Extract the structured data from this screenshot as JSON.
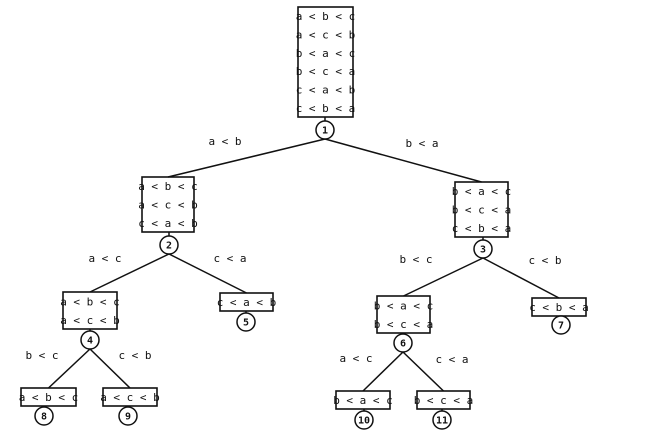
{
  "nodes": [
    {
      "id": "1",
      "perms": [
        "a < b < c",
        "a < c < b",
        "b < a < c",
        "b < c < a",
        "c < a < b",
        "c < b < a"
      ]
    },
    {
      "id": "2",
      "perms": [
        "a < b < c",
        "a < c < b",
        "c < a < b"
      ]
    },
    {
      "id": "3",
      "perms": [
        "b < a < c",
        "b < c < a",
        "c < b < a"
      ]
    },
    {
      "id": "4",
      "perms": [
        "a < b < c",
        "a < c < b"
      ]
    },
    {
      "id": "5",
      "perms": [
        "c < a < b"
      ]
    },
    {
      "id": "6",
      "perms": [
        "b < a < c",
        "b < c < a"
      ]
    },
    {
      "id": "7",
      "perms": [
        "c < b < a"
      ]
    },
    {
      "id": "8",
      "perms": [
        "a < b < c"
      ]
    },
    {
      "id": "9",
      "perms": [
        "a < c < b"
      ]
    },
    {
      "id": "10",
      "perms": [
        "b < a < c"
      ]
    },
    {
      "id": "11",
      "perms": [
        "b < c < a"
      ]
    }
  ],
  "edges": [
    {
      "from": "1",
      "to": "2",
      "label": "a < b"
    },
    {
      "from": "1",
      "to": "3",
      "label": "b < a"
    },
    {
      "from": "2",
      "to": "4",
      "label": "a < c"
    },
    {
      "from": "2",
      "to": "5",
      "label": "c < a"
    },
    {
      "from": "3",
      "to": "6",
      "label": "b < c"
    },
    {
      "from": "3",
      "to": "7",
      "label": "c < b"
    },
    {
      "from": "4",
      "to": "8",
      "label": "b < c"
    },
    {
      "from": "4",
      "to": "9",
      "label": "c < b"
    },
    {
      "from": "6",
      "to": "10",
      "label": "a < c"
    },
    {
      "from": "6",
      "to": "11",
      "label": "c < a"
    }
  ]
}
